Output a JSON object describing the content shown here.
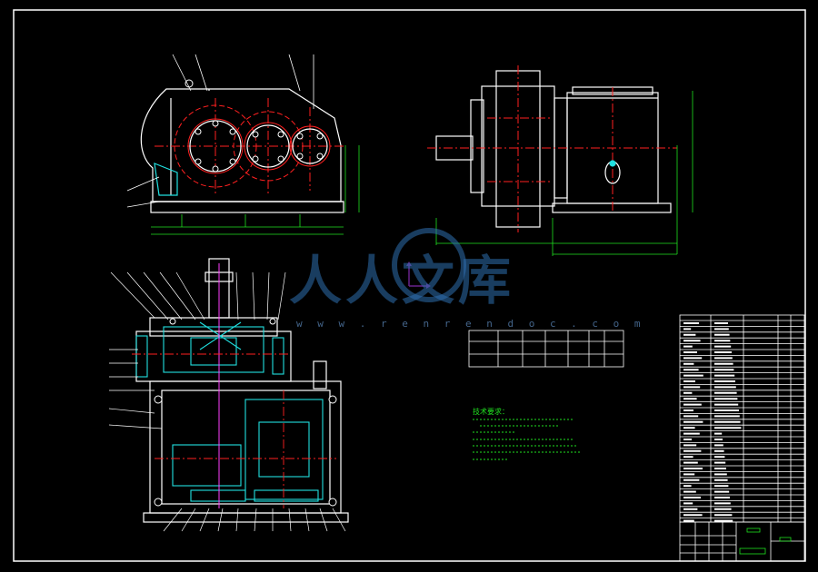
{
  "drawing": {
    "title": "",
    "colors": {
      "background": "#000000",
      "line": "#ffffff",
      "center": "#ff2020",
      "dim": "#20e020",
      "hidden": "#20e0e0",
      "mark": "#ff40ff"
    }
  },
  "watermark": {
    "brand": "人人文库",
    "url": "w w w . r e n r e n d o c . c o m",
    "icon": "renrendoc-logo-icon"
  },
  "tech_requirements": {
    "heading": "技术要求："
  }
}
